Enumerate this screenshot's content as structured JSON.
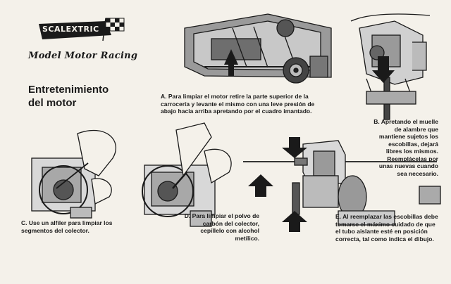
{
  "brand": {
    "logo_text": "SCALEXTRIC",
    "tagline": "Model Motor Racing"
  },
  "heading": {
    "line1": "Entretenimiento",
    "line2": "del motor"
  },
  "captions": {
    "a": "A. Para limpiar el motor retire la parte superior de la carrocería y levante el mismo con una leve presión de abajo hacia arriba apretando por el cuadro imantado.",
    "b": "B. Apretando el muelle de alambre que mantiene sujetos los escobillas, dejará libres los mismos. Reemplácelas por unas nuevas cuando sea necesario.",
    "c": "C. Use un alfiler para limpiar los segmentos del colector.",
    "d": "D. Para limpiar el polvo de carbón del colector, cepíllelo con alcohol metílico.",
    "e": "E. Al reemplazar las escobillas debe tomarse el máximo cuidado de que el tubo aislante esté en posición correcta, tal como indica el dibujo."
  },
  "colors": {
    "ink": "#1a1a1a",
    "paper": "#f4f1ea",
    "shade": "#8a8a8a"
  },
  "icons": [
    "checkered-flag-icon",
    "arrow-up-icon",
    "arrow-down-icon"
  ]
}
